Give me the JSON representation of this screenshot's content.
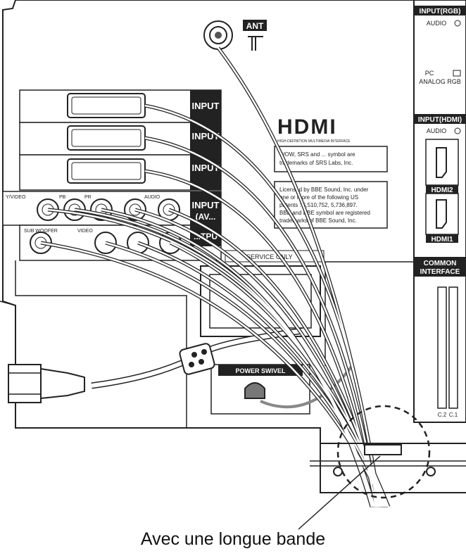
{
  "labels": {
    "ant": "ANT",
    "input_rgb": "INPUT(RGB)",
    "audio_rgb": "AUDIO",
    "pc": "PC",
    "analog_rgb": "ANALOG RGB",
    "input_hdmi": "INPUT(HDMI)",
    "audio_hdmi": "AUDIO",
    "hdmi2": "HDMI2",
    "hdmi1": "HDMI1",
    "common_interface_1": "COMMON",
    "common_interface_2": "INTERFACE",
    "slot_c2": "C.2",
    "slot_c1": "C.1",
    "input_1": "INPUT",
    "input_2": "INPUT",
    "input_3": "INPUT",
    "input_4": "INPUT",
    "input_4_sub": "(AV...",
    "output_partial": "...TPU",
    "y_video": "Y/VIDEO",
    "pb": "PB",
    "pr": "PR",
    "audio_row": "AUDIO",
    "sub_woofer": "SUB WOOFER",
    "video_out": "VIDEO",
    "hdmi_logo": "HDMI",
    "hdmi_tagline": "HIGH-DEFINITION MULTIMEDIA INTERFACE",
    "srs_line1": "WOW, SRS and ... symbol are",
    "srs_line2": "trademarks of SRS Labs, Inc.",
    "bbe_line1": "Licensed by BBE Sound, Inc. under",
    "bbe_line2": "one or more of the following US",
    "bbe_line3": "patents : 5,510,752, 5,736,897.",
    "bbe_line4": "BBE and BBE symbol are registered",
    "bbe_line5": "trademarks of BBE Sound, Inc.",
    "service_only": "SERVICE ONLY",
    "power_swivel": "POWER SWIVEL"
  },
  "caption": "Avec une longue bande"
}
